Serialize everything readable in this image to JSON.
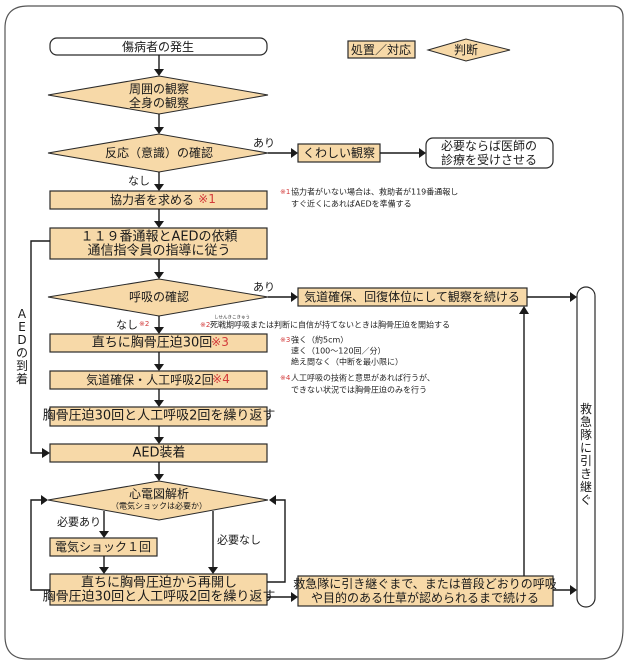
{
  "legend": {
    "action_label": "処置／対応",
    "decision_label": "判断"
  },
  "colors": {
    "box_fill": "#f7d9a8",
    "note_mark": "#d23a3a",
    "stroke": "#1a1a1a"
  },
  "nodes": {
    "start": "傷病者の発生",
    "observe_1": "周囲の観察",
    "observe_2": "全身の観察",
    "response_check": "反応（意識）の確認",
    "detailed_observation": "くわしい観察",
    "doctor_1": "必要ならば医師の",
    "doctor_2": "診療を受けさせる",
    "seek_help": "協力者を求める",
    "seek_help_mark": "※1",
    "call_1": "１１９番通報とAEDの依頼",
    "call_2": "通信指令員の指導に従う",
    "breath_check": "呼吸の確認",
    "recovery": "気道確保、回復体位にして観察を続ける",
    "compress": "直ちに胸骨圧迫30回",
    "compress_mark": "※3",
    "ventilate": "気道確保・人工呼吸2回",
    "ventilate_mark": "※4",
    "repeat": "胸骨圧迫30回と人工呼吸2回を繰り返す",
    "aed_attach": "AED装着",
    "ecg_1": "心電図解析",
    "ecg_2": "（電気ショックは必要か）",
    "shock": "電気ショック１回",
    "resume_1": "直ちに胸骨圧迫から再開し",
    "resume_2": "胸骨圧迫30回と人工呼吸2回を繰り返す",
    "continue_1": "救急隊に引き継ぐまで、または普段どおりの呼吸",
    "continue_2": "や目的のある仕草が認められるまで続ける",
    "handover": "救急隊に引き継ぐ",
    "aed_arrival": "AEDの到着"
  },
  "edge_labels": {
    "yes_response": "あり",
    "no_response": "なし",
    "yes_breath": "あり",
    "no_breath": "なし",
    "no_breath_mark": "※2",
    "shock_needed": "必要あり",
    "shock_not_needed": "必要なし"
  },
  "notes": {
    "n1_mark": "※1",
    "n1_line1": "協力者がいない場合は、救助者が119番通報し",
    "n1_line2": "すぐ近くにあればAEDを準備する",
    "n2_mark": "※2",
    "n2_ruby": "しせんきこきゅう",
    "n2_line1": "死戦期呼吸または判断に自信が持てないときは胸骨圧迫を開始する",
    "n3_mark": "※3",
    "n3_line1": "強く（約5cm）",
    "n3_line2": "速く（100～120回／分）",
    "n3_line3": "絶え間なく（中断を最小限に）",
    "n4_mark": "※4",
    "n4_line1": "人工呼吸の技術と意思があれば行うが、",
    "n4_line2": "できない状況では胸骨圧迫のみを行う"
  }
}
